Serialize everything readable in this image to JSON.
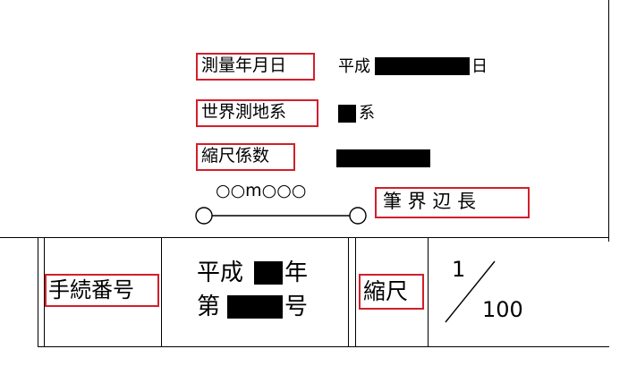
{
  "colors": {
    "annotation_red": "#d21f2b",
    "redaction": "#000000"
  },
  "survey": {
    "date_label": "測量年月日",
    "date_prefix": "平成",
    "date_suffix": "日",
    "system_label": "世界測地系",
    "system_suffix": "系",
    "scale_factor_label": "縮尺係数"
  },
  "boundary": {
    "distance_text": "○○m○○○",
    "label": "筆 界 辺 長"
  },
  "table": {
    "procedure_label": "手続番号",
    "proc_era": "平成",
    "proc_year_suffix": "年",
    "proc_number_prefix": "第",
    "proc_number_suffix": "号",
    "scale_label": "縮尺",
    "scale_numerator": "1",
    "scale_denominator": "100"
  }
}
